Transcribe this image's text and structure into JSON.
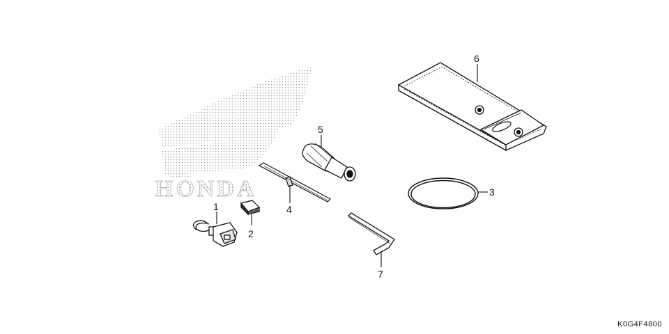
{
  "diagram": {
    "watermark_text": "HONDA",
    "callouts": [
      {
        "id": "1",
        "label": "1"
      },
      {
        "id": "2",
        "label": "2"
      },
      {
        "id": "3",
        "label": "3"
      },
      {
        "id": "4",
        "label": "4"
      },
      {
        "id": "5",
        "label": "5"
      },
      {
        "id": "6",
        "label": "6"
      },
      {
        "id": "7",
        "label": "7"
      }
    ],
    "drawing_code": "K0G4F4800"
  }
}
